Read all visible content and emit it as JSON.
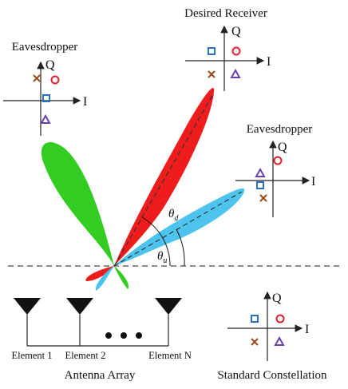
{
  "labels": {
    "desired_receiver": "Desired Receiver",
    "eavesdropper_left": "Eavesdropper",
    "eavesdropper_right": "Eavesdropper",
    "standard_constellation": "Standard Constellation",
    "antenna_array": "Antenna Array",
    "element_1": "Element 1",
    "element_2": "Element 2",
    "element_n": "Element N",
    "theta_d": "θ",
    "theta_d_sub": "d",
    "theta_u": "θ",
    "theta_u_sub": "u",
    "axis_q": "Q",
    "axis_i": "I"
  },
  "colors": {
    "red_lobe": "#ee1c1c",
    "green_lobe": "#33cc22",
    "blue_lobe": "#4cc4ee",
    "circle_symbol": "#e0202a",
    "square_symbol": "#2d6fc0",
    "triangle_symbol": "#6a3fb0",
    "cross_symbol": "#9a4a1a"
  },
  "symbols": [
    "circle",
    "square",
    "triangle",
    "cross"
  ]
}
